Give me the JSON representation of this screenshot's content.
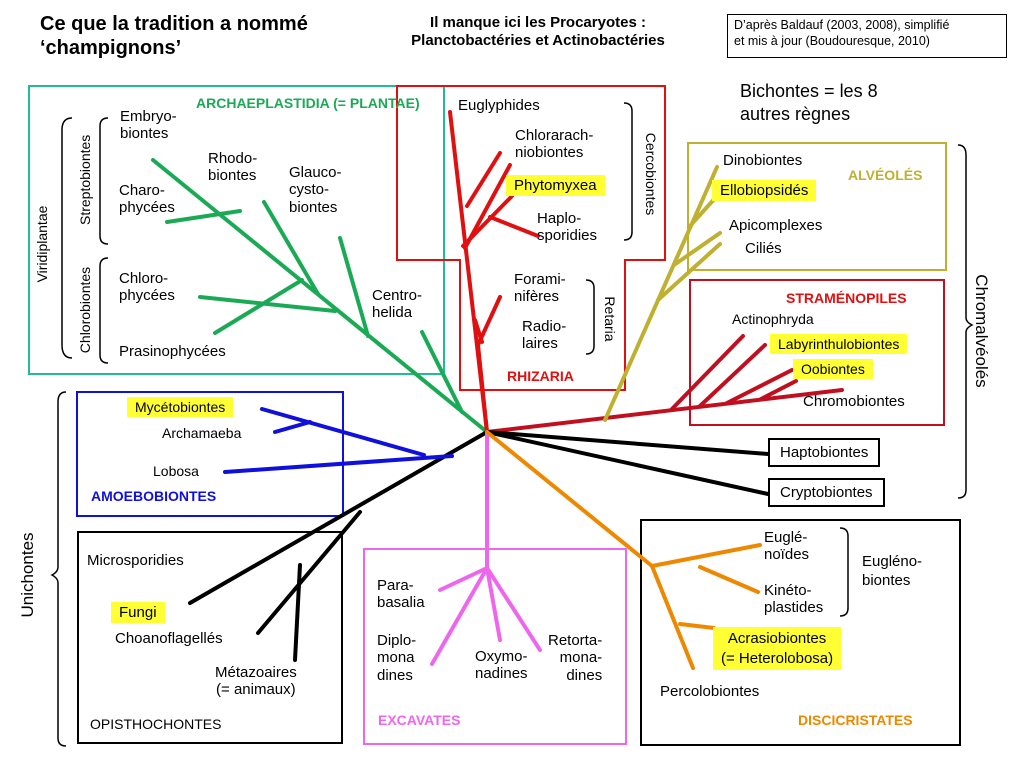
{
  "header": {
    "title": "Ce que la tradition a nommé\n‘champignons’",
    "missing_note": "Il manque ici les Procaryotes :\nPlanctobactéries et Actinobactéries",
    "source": "D’après Baldauf (2003, 2008), simplifié\net mis à jour (Boudouresque, 2010)",
    "bichontes": "Bichontes = les 8\nautres règnes"
  },
  "colors": {
    "plantae": "#1aaa55",
    "plantae_box": "#22bb99",
    "rhizaria": "#e01010",
    "alveoles": "#c0b030",
    "stramenopiles": "#c01020",
    "amoeba": "#1010dd",
    "excavates": "#ee66ee",
    "discicristates": "#ee8800",
    "opistho": "#000000",
    "highlight": "#ffff33"
  },
  "groups": {
    "archaeplastidia": "ARCHAEPLASTIDIA\n(= PLANTAE)",
    "rhizaria": "RHIZARIA",
    "alveoles": "ALVÉOLÉS",
    "stramenopiles": "STRAMÉNOPILES",
    "amoebobiontes": "AMOEBOBIONTES",
    "opisthochontes": "OPISTHOCHONTES",
    "excavates": "EXCAVATES",
    "discicristates": "DISCICRISTATES"
  },
  "brackets": {
    "viridiplantae": "Viridiplantae",
    "streptobiontes": "Streptobiontes",
    "chlorobiontes": "Chlorobiontes",
    "cercobiontes": "Cercobiontes",
    "retaria": "Retaria",
    "chromalveoles": "Chromalvéolés",
    "unichontes": "Unichontes",
    "eugleno": "Eugléno-\nbiontes"
  },
  "taxa": {
    "embryobiontes": "Embryo-\nbiontes",
    "rhodobiontes": "Rhodo-\nbiontes",
    "glaucocystobiontes": "Glauco-\ncysto-\nbiontes",
    "charophycees": "Charo-\nphycées",
    "chlorophycees": "Chloro-\nphycées",
    "prasinophycees": "Prasinophycées",
    "centrohelida": "Centro-\nhelida",
    "euglyphides": "Euglyphides",
    "chlorarachniobiontes": "Chlorarach-\nniobiontes",
    "phytomyxea": "Phytomyxea",
    "haplosporidies": "Haplo-\nsporidies",
    "foraminiferes": "Forami-\nnifères",
    "radiolaires": "Radio-\nlaires",
    "dinobiontes": "Dinobiontes",
    "ellobiopsides": "Ellobiopsidés",
    "apicomplexes": "Apicomplexes",
    "cilies": "Ciliés",
    "actinophryda": "Actinophryda",
    "labyrinthulobiontes": "Labyrinthulobiontes",
    "oobiontes": "Oobiontes",
    "chromobiontes": "Chromobiontes",
    "haptobiontes": "Haptobiontes",
    "cryptobiontes": "Cryptobiontes",
    "mycetobiontes": "Mycétobiontes",
    "archamaeba": "Archamaeba",
    "lobosa": "Lobosa",
    "microsporidies": "Microsporidies",
    "fungi": "Fungi",
    "choanoflagelles": "Choanoflagellés",
    "metazoaires": "Métazoaires\n(= animaux)",
    "parabasalia": "Para-\nbasalia",
    "diplomonadines": "Diplo-\nmona\ndines",
    "oxymonadines": "Oxymo-\nnadines",
    "retortamonadines": "Retorta-\nmona-\ndines",
    "euglenoides": "Euglé-\nnoïdes",
    "kinetoplastides": "Kinéto-\nplastides",
    "acrasiobiontes": "Acrasiobiontes\n(= Heterolobosa)",
    "percolobiontes": "Percolobiontes"
  }
}
